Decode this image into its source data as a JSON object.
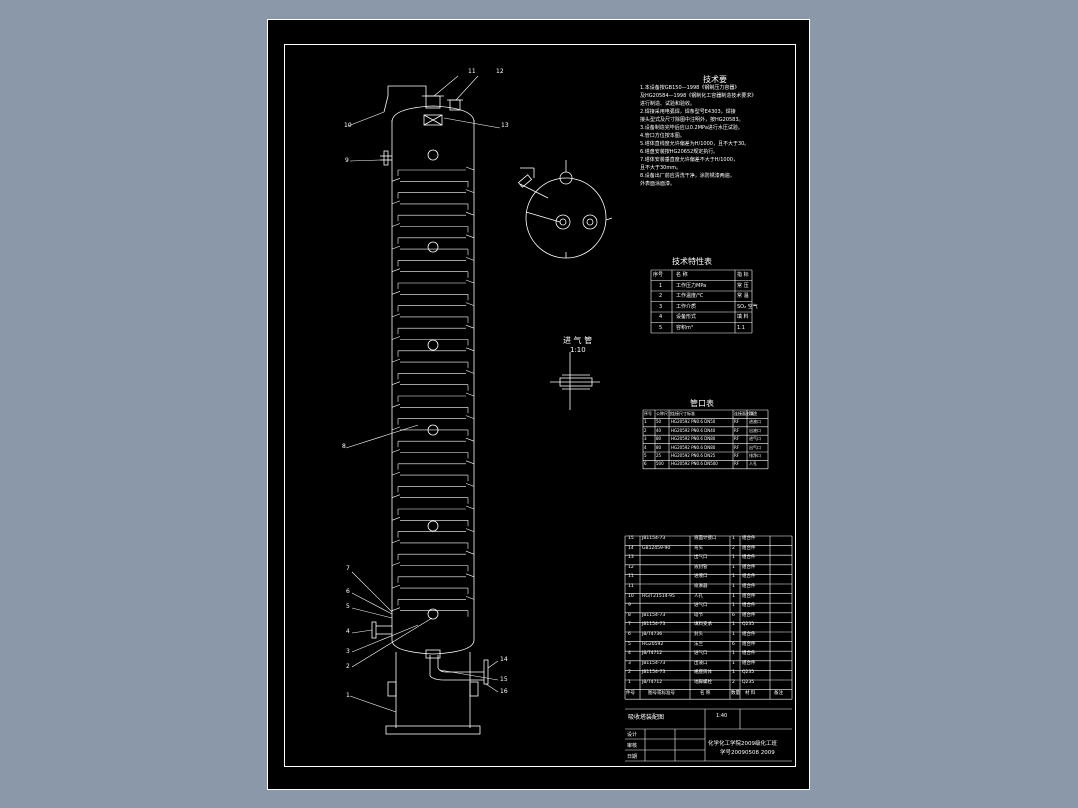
{
  "drawing": {
    "tech_notes_title": "技术要",
    "tech_notes": [
      "1.本设备按GB150—1998《钢制压力容器》",
      "   及HG20584—1998《钢制化工容器制造技术要求》",
      "   进行制造、试验和验收。",
      "2.焊接采用电弧焊，焊条型号E4303，焊接",
      "   接头型式及尺寸除图中注明外，按HG20583。",
      "3.设备制造完毕后应以0.2MPa进行水压试验。",
      "4.管口方位按本图。",
      "5.塔体直线度允许偏差为H/1000，且不大于30。",
      "6.塔盘安装按HG20652规定执行。",
      "7.塔体安装垂直度允许偏差不大于H/1000，",
      "   且不大于30mm。",
      "8.设备出厂前应清洗干净，涂防锈漆两遍，",
      "   外表面涂面漆。"
    ],
    "inlet_detail_label": "进 气 管",
    "inlet_detail_scale": "1:10",
    "tech_spec_title": "技术特性表",
    "tech_spec_header": [
      "序号",
      "名    称",
      "指    标"
    ],
    "tech_spec_rows": [
      [
        "1",
        "工作压力MPa",
        "常 压"
      ],
      [
        "2",
        "工作温度/℃",
        "常 温"
      ],
      [
        "3",
        "工作介质",
        "SO₂ 空气"
      ],
      [
        "4",
        "设备形式",
        "填 料"
      ],
      [
        "5",
        "容积m³",
        "1.1"
      ]
    ],
    "nozzle_title": "管口表",
    "nozzle_header": [
      "序号",
      "公称尺寸",
      "连接尺寸标准",
      "连接面形式",
      "用途"
    ],
    "nozzle_rows": [
      [
        "1",
        "50",
        "HG20592 PN0.6 DN50",
        "RF",
        "进液口"
      ],
      [
        "2",
        "40",
        "HG20592 PN0.6 DN40",
        "RF",
        "出液口"
      ],
      [
        "3",
        "80",
        "HG20592 PN0.6 DN80",
        "RF",
        "进气口"
      ],
      [
        "4",
        "80",
        "HG20592 PN0.6 DN80",
        "RF",
        "出气口"
      ],
      [
        "5",
        "25",
        "HG20592 PN0.6 DN25",
        "RF",
        "排净口"
      ],
      [
        "6",
        "500",
        "HG20592 PN0.6 DN500",
        "RF",
        "人孔"
      ]
    ],
    "bom_rows": [
      [
        "15",
        "JB1154-73",
        "液面计接口",
        "1",
        "组合件"
      ],
      [
        "14",
        "GB12459-90",
        "弯头",
        "2",
        "组合件"
      ],
      [
        "13",
        "",
        "出气口",
        "1",
        "组合件"
      ],
      [
        "12",
        "",
        "液封管",
        "1",
        "组合件"
      ],
      [
        "11",
        "",
        "进液口",
        "1",
        "组合件"
      ],
      [
        "11",
        "",
        "喷淋器",
        "1",
        "组合件"
      ],
      [
        "10",
        "HG/T21514-95",
        "人孔",
        "1",
        "组合件"
      ],
      [
        "9",
        "",
        "进气口",
        "1",
        "组合件"
      ],
      [
        "8",
        "JB1154-73",
        "塔节",
        "6",
        "组合件"
      ],
      [
        "7",
        "JB1154-73",
        "填料支承",
        "1",
        "Q235"
      ],
      [
        "6",
        "JB/T4736",
        "封头",
        "1",
        "组合件"
      ],
      [
        "5",
        "HG20592",
        "法兰",
        "6",
        "组合件"
      ],
      [
        "4",
        "JB/T4712",
        "进气口",
        "1",
        "组合件"
      ],
      [
        "3",
        "JB1154-73",
        "出液口",
        "1",
        "组合件"
      ],
      [
        "2",
        "JB1154-73",
        "裙座筒体",
        "1",
        "Q235"
      ],
      [
        "1",
        "JB/T4712",
        "地脚螺栓",
        "2",
        "Q235"
      ]
    ],
    "bom_header": [
      "件号",
      "图号或标准号",
      "名    称",
      "数量",
      "材    料",
      "备注"
    ],
    "title_block": {
      "drawing_name": "吸收塔装配图",
      "scale": "1:40",
      "row_a": "设计",
      "row_b": "审核",
      "row_c": "日期",
      "school": "化学化工学院2009级化工班",
      "student": "学号20090508 2009"
    },
    "callouts": [
      "1",
      "2",
      "3",
      "4",
      "5",
      "6",
      "7",
      "8",
      "9",
      "10",
      "11",
      "12",
      "13",
      "14",
      "15",
      "16"
    ]
  }
}
